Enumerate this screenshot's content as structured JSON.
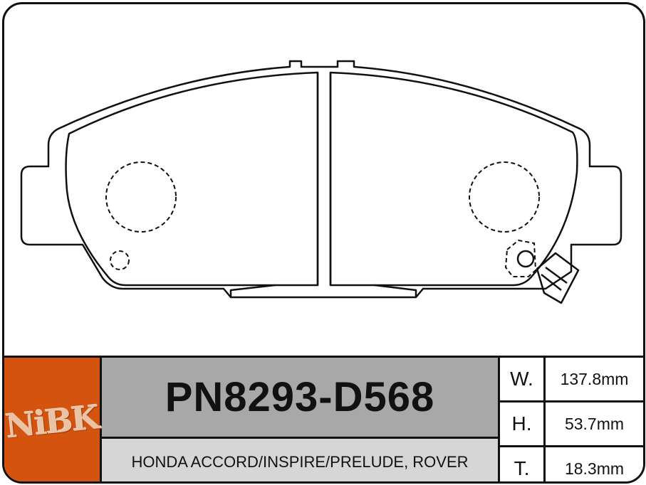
{
  "brand": {
    "logo_text": "NiBK",
    "accent_color": "#d4530f"
  },
  "product": {
    "part_number": "PN8293-D568",
    "fitment": "HONDA ACCORD/INSPIRE/PRELUDE, ROVER"
  },
  "dimensions": [
    {
      "label": "W.",
      "value": "137.8mm"
    },
    {
      "label": "H.",
      "value": "53.7mm"
    },
    {
      "label": "T.",
      "value": "18.3mm"
    }
  ],
  "colors": {
    "part_cell_bg": "#a8a8a8",
    "fitment_cell_bg": "#d6d6d6",
    "outline": "#111111"
  }
}
